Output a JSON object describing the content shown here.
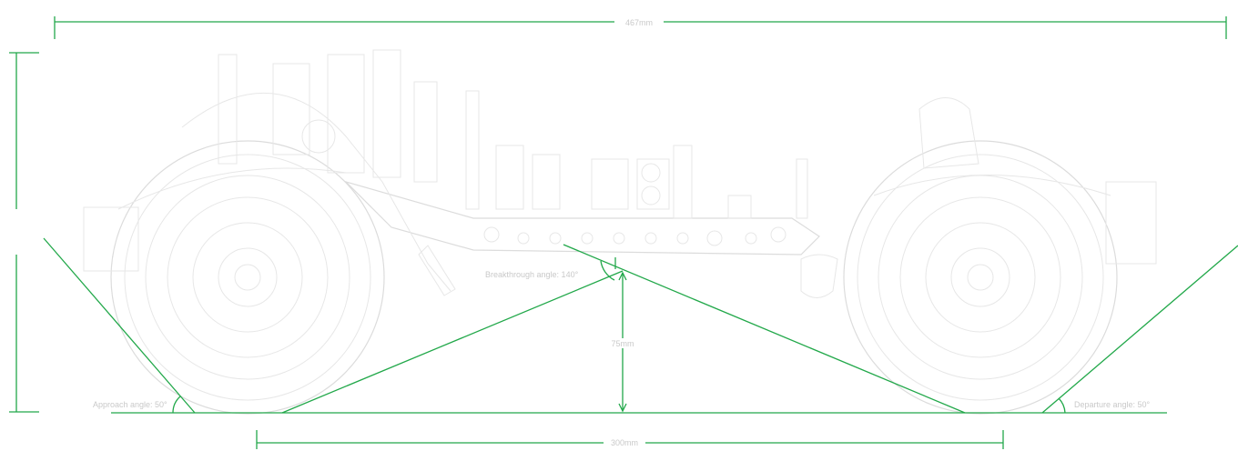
{
  "diagram": {
    "overall_length_label": "467mm",
    "wheelbase_label": "300mm",
    "ground_clearance_label": "75mm",
    "breakover_angle_label": "Breakthrough angle: 140°",
    "approach_angle_label": "Approach angle: 50°",
    "departure_angle_label": "Departure angle: 50°"
  },
  "colors": {
    "dimension_line": "#22a84a",
    "vehicle_outline": "#e2e2e2",
    "label_text": "#c9c9c9"
  }
}
